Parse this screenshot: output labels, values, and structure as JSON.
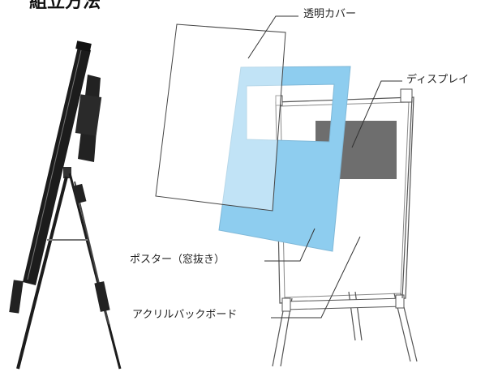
{
  "title_partial": "組立方法",
  "labels": {
    "clear_cover": "透明カバー",
    "display": "ディスプレイ",
    "poster": "ポスター（窓抜き）",
    "acrylic_backboard": "アクリルバックボード"
  },
  "colors": {
    "poster_blue": "#8ecdef",
    "display_gray": "#6e6e6e",
    "stand_black": "#1c1c1c",
    "line": "#333333"
  }
}
